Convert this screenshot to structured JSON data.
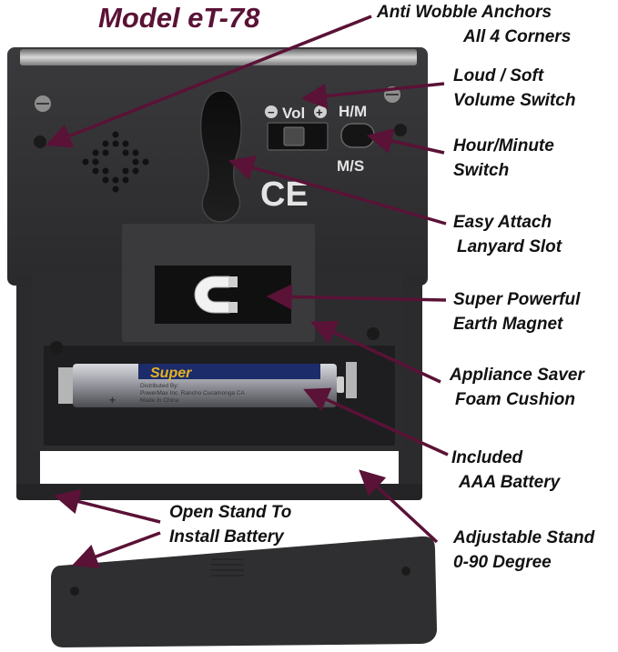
{
  "title": "Model eT-78",
  "device": {
    "vol_label": "Vol",
    "vol_minus": "−",
    "vol_plus": "+",
    "hm_label": "H/M",
    "ms_label": "M/S",
    "ce_mark": "CE",
    "battery_brand": "Super",
    "battery_text1": "Distributed By:",
    "battery_text2": "PowerMax Inc. Rancho Cucamonga CA",
    "battery_text3": "Made In China",
    "battery_plus": "+"
  },
  "callouts": [
    {
      "line1": "Anti  Wobble Anchors",
      "line2": "All 4 Corners"
    },
    {
      "line1": "Loud / Soft",
      "line2": "Volume Switch"
    },
    {
      "line1": "Hour/Minute",
      "line2": "Switch"
    },
    {
      "line1": "Easy Attach",
      "line2": "Lanyard Slot"
    },
    {
      "line1": "Super Powerful",
      "line2": "Earth Magnet"
    },
    {
      "line1": "Appliance Saver",
      "line2": "Foam Cushion"
    },
    {
      "line1": "Included",
      "line2": "AAA Battery"
    },
    {
      "line1": "Adjustable Stand",
      "line2": "0-90 Degree"
    },
    {
      "line1": "Open Stand To",
      "line2": "Install Battery"
    }
  ],
  "colors": {
    "title": "#5a1236",
    "arrow": "#5a1236",
    "device_body": "#2e2e30",
    "battery": "#a9aab0"
  }
}
